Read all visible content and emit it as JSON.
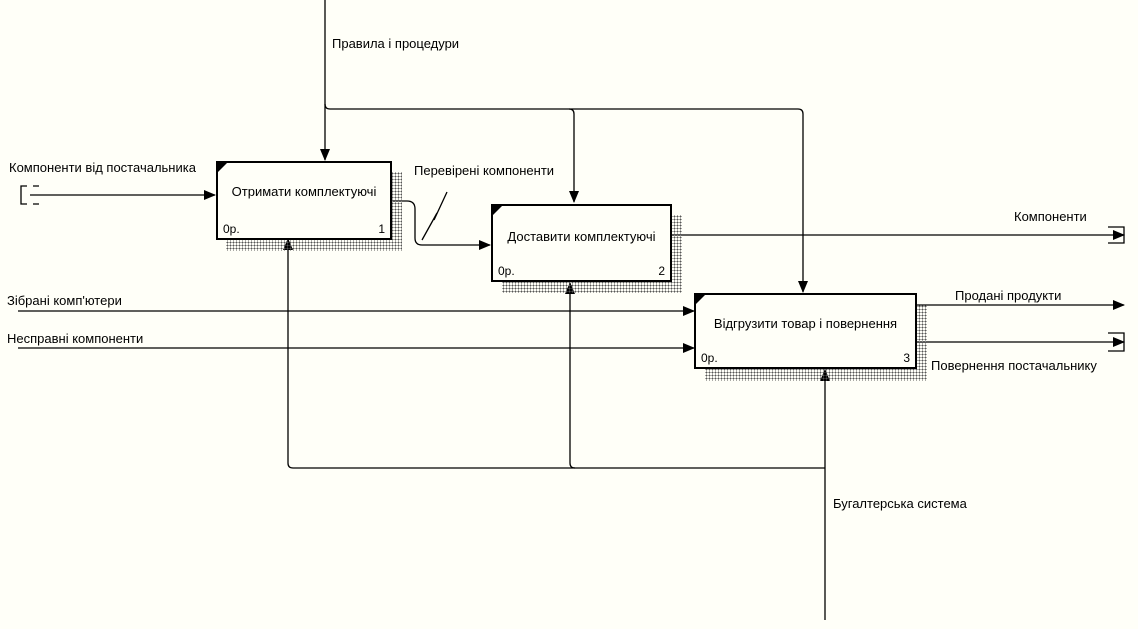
{
  "activities": [
    {
      "title": "Отримати комплектуючі",
      "cost": "0р.",
      "number": "1"
    },
    {
      "title": "Доставити комплектуючі",
      "cost": "0р.",
      "number": "2"
    },
    {
      "title": "Відгрузити товар і повернення",
      "cost": "0р.",
      "number": "3"
    }
  ],
  "arrows": {
    "rules": "Правила і процедури",
    "components_from_supplier": "Компоненти від постачальника",
    "checked_components": "Перевірені компоненти",
    "components": "Компоненти",
    "assembled_computers": "Зібрані комп'ютери",
    "faulty_components": "Несправні компоненти",
    "sold_products": "Продані продукти",
    "return_to_supplier": "Повернення постачальнику",
    "accounting_system": "Бугалтерська система"
  }
}
